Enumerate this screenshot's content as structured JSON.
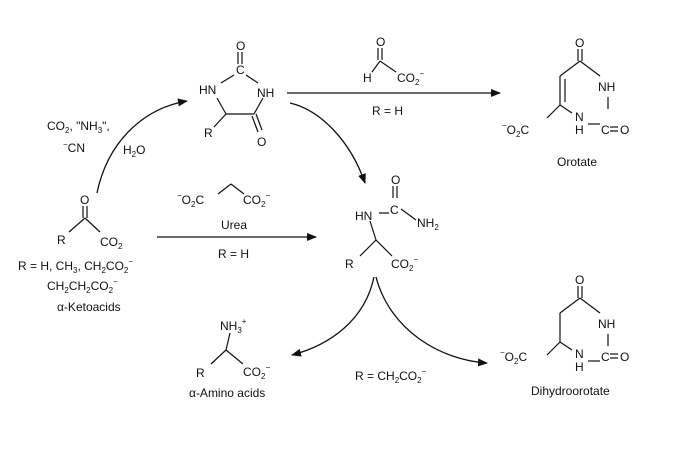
{
  "reagents": {
    "glyoxylate_h": "H",
    "glyoxylate_o": "O",
    "glyoxylate_co2": "CO",
    "glyoxylate_co2_sub": "2",
    "glyoxylate_co2_sup": "−",
    "cond_rh_top": "R = H",
    "malonate_left": "−",
    "malonate_left_o2c": "O",
    "malonate_left_sub": "2",
    "malonate_left_c": "C",
    "malonate_right": "CO",
    "malonate_right_sub": "2",
    "malonate_right_sup": "−",
    "urea": "Urea",
    "cond_rh_mid": "R = H",
    "co2_nh3": "CO",
    "co2_nh3_sub": "2",
    "co2_nh3_rest": ", \"NH",
    "co2_nh3_sub3": "3",
    "co2_nh3_end": "\",",
    "cn_minus": "−",
    "cn": "CN",
    "h2o_h": "H",
    "h2o_sub": "2",
    "h2o_o": "O",
    "cond_ch2co2": "R = CH",
    "cond_ch2co2_sub": "2",
    "cond_ch2co2_co": "CO",
    "cond_ch2co2_sub2": "2",
    "cond_ch2co2_sup": "−"
  },
  "hydantoin": {
    "o_top": "O",
    "c_top": "C",
    "hn": "HN",
    "nh": "NH",
    "r": "R",
    "o_right": "O"
  },
  "carbamoyl": {
    "o": "O",
    "c": "C",
    "hn": "HN",
    "nh2": "NH",
    "nh2_sub": "2",
    "r": "R",
    "co2": "CO",
    "co2_sub": "2",
    "co2_sup": "−"
  },
  "ketoacid": {
    "o": "O",
    "r": "R",
    "co2": "CO",
    "co2_sub": "2",
    "r_line1": "R = H, CH",
    "r_line1_sub": "3",
    "r_line1_b": ", CH",
    "r_line1_sub2": "2",
    "r_line1_c": "CO",
    "r_line1_sub3": "2",
    "r_line1_sup": "−",
    "r_line2": "CH",
    "r_line2_sub": "2",
    "r_line2_b": "CH",
    "r_line2_sub2": "2",
    "r_line2_c": "CO",
    "r_line2_sub3": "2",
    "r_line2_sup": "−",
    "name": "α-Ketoacids"
  },
  "orotate": {
    "o_top": "O",
    "nh": "NH",
    "n_h": "N",
    "h": "H",
    "c": "C",
    "o_right": "O",
    "co2_minus": "−",
    "co2_o": "O",
    "co2_sub": "2",
    "co2_c": "C",
    "name": "Orotate"
  },
  "dihydroorotate": {
    "o_top": "O",
    "nh": "NH",
    "n_h": "N",
    "h": "H",
    "c": "C",
    "o_right": "O",
    "co2_minus": "−",
    "co2_o": "O",
    "co2_sub": "2",
    "co2_c": "C",
    "name": "Dihydroorotate"
  },
  "amino_acid": {
    "nh3": "NH",
    "nh3_sub": "3",
    "nh3_sup": "+",
    "r": "R",
    "co2": "CO",
    "co2_sub": "2",
    "co2_sup": "−",
    "name": "α-Amino acids"
  }
}
